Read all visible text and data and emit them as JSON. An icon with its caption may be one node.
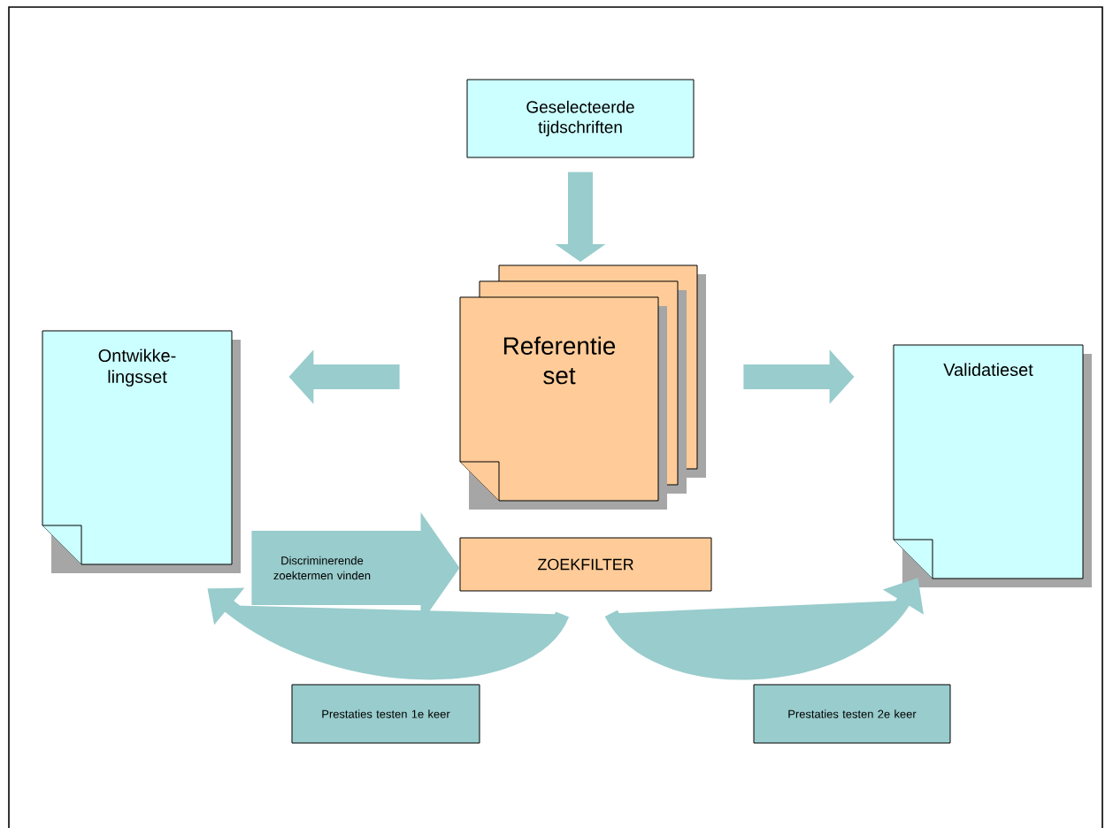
{
  "diagram": {
    "nodes": [
      {
        "text": [
          "Geselecteerde tijdschriften"
        ]
      },
      {
        "text": [
          "Referentie set"
        ]
      },
      {
        "text": [
          "Ontwikke-lingsset"
        ]
      },
      {
        "text": [
          "Validatieset"
        ]
      },
      {
        "text": [
          "ZOEKFILTER"
        ]
      },
      {
        "text": [
          "Prestaties testen 1e keer"
        ]
      },
      {
        "text": [
          "Prestaties testen 2e keer"
        ]
      }
    ],
    "edges": [
      {
        "from": 0,
        "to": 1,
        "arrow": "to"
      },
      {
        "from": 1,
        "to": 2,
        "arrow": "to"
      },
      {
        "from": 1,
        "to": 3,
        "arrow": "to"
      },
      {
        "from": 2,
        "to": 4,
        "arrow": "to",
        "style": "thick",
        "label": "Discriminerende zoektermen vinden"
      },
      {
        "from": 4,
        "to": 2,
        "arrow": "to"
      },
      {
        "from": 4,
        "to": 3,
        "arrow": "to"
      }
    ]
  }
}
